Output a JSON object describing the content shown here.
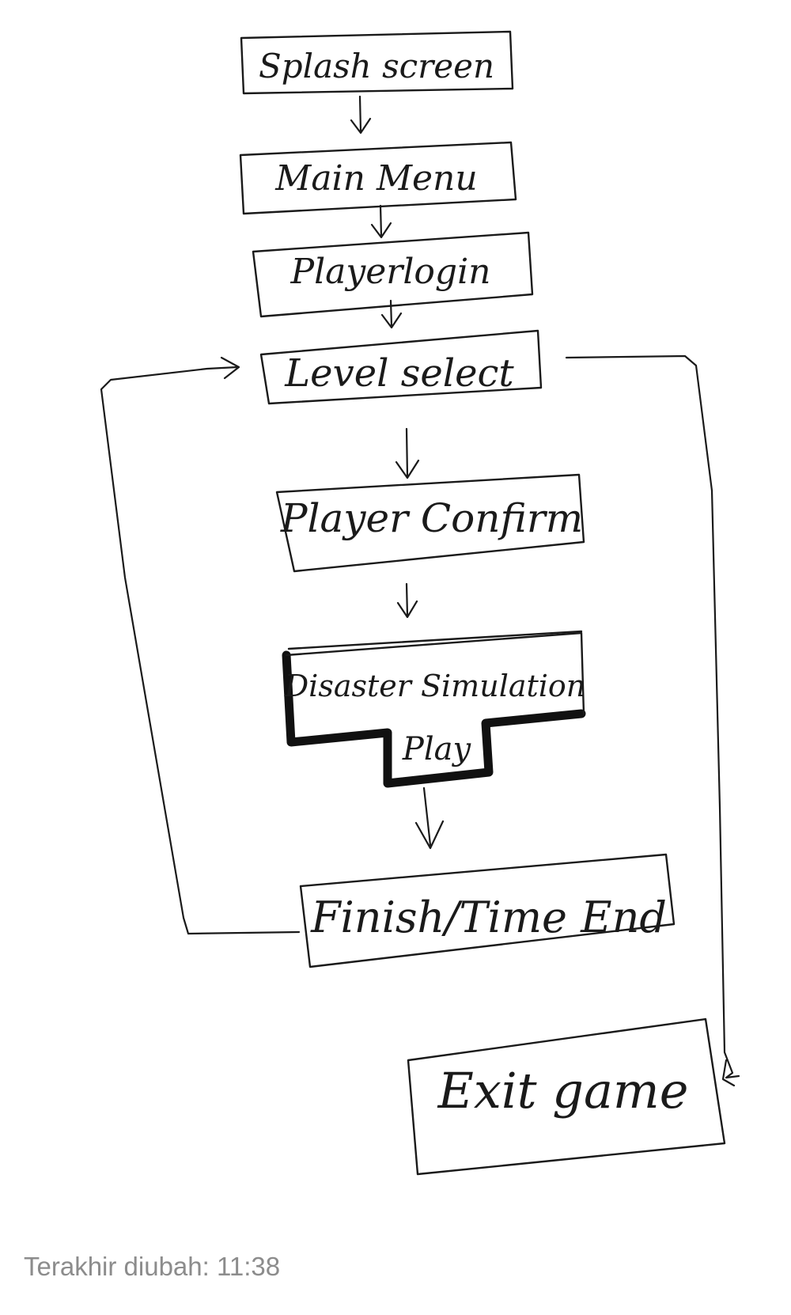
{
  "nodes": {
    "splash": "Splash screen",
    "main_menu": "Main Menu",
    "player_login": "Playerlogin",
    "level_select": "Level select",
    "player_confirm": "Player Confirm",
    "disaster_simulation": "Disaster Simulation",
    "play": "Play",
    "finish": "Finish/Time End",
    "exit": "Exit game"
  },
  "footer": {
    "last_modified": "Terakhir diubah: 11:38"
  }
}
